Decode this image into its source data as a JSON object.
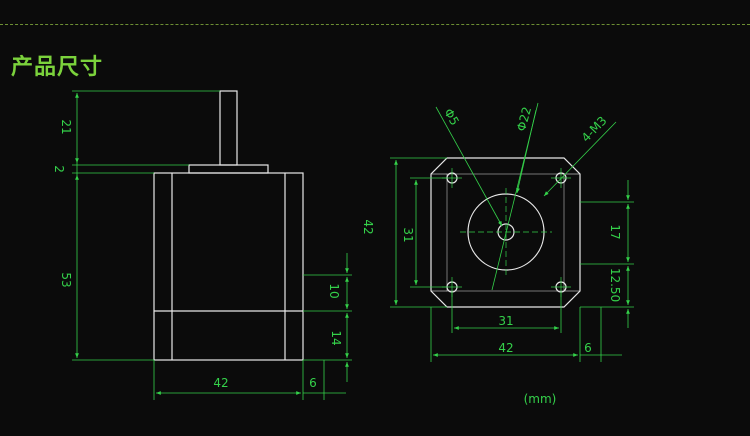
{
  "title": "产品尺寸",
  "unit": "(mm)",
  "dims": {
    "shaft_length": "21",
    "flange_thickness": "2",
    "body_length": "53",
    "body_width": "42",
    "connector_depth": "6",
    "connector_upper": "10",
    "connector_lower": "14",
    "front_height": "42",
    "hole_spacing_v": "31",
    "hole_spacing_h": "31",
    "front_width": "42",
    "front_connector": "6",
    "right_upper": "17",
    "right_lower": "12.50",
    "shaft_dia": "Φ5",
    "boss_dia": "Φ22",
    "mount_thread": "4-M3"
  },
  "colors": {
    "outline": "#e8e8e8",
    "dimension": "#34d14a",
    "title": "#7bd23c",
    "background": "#0b0b0b"
  }
}
